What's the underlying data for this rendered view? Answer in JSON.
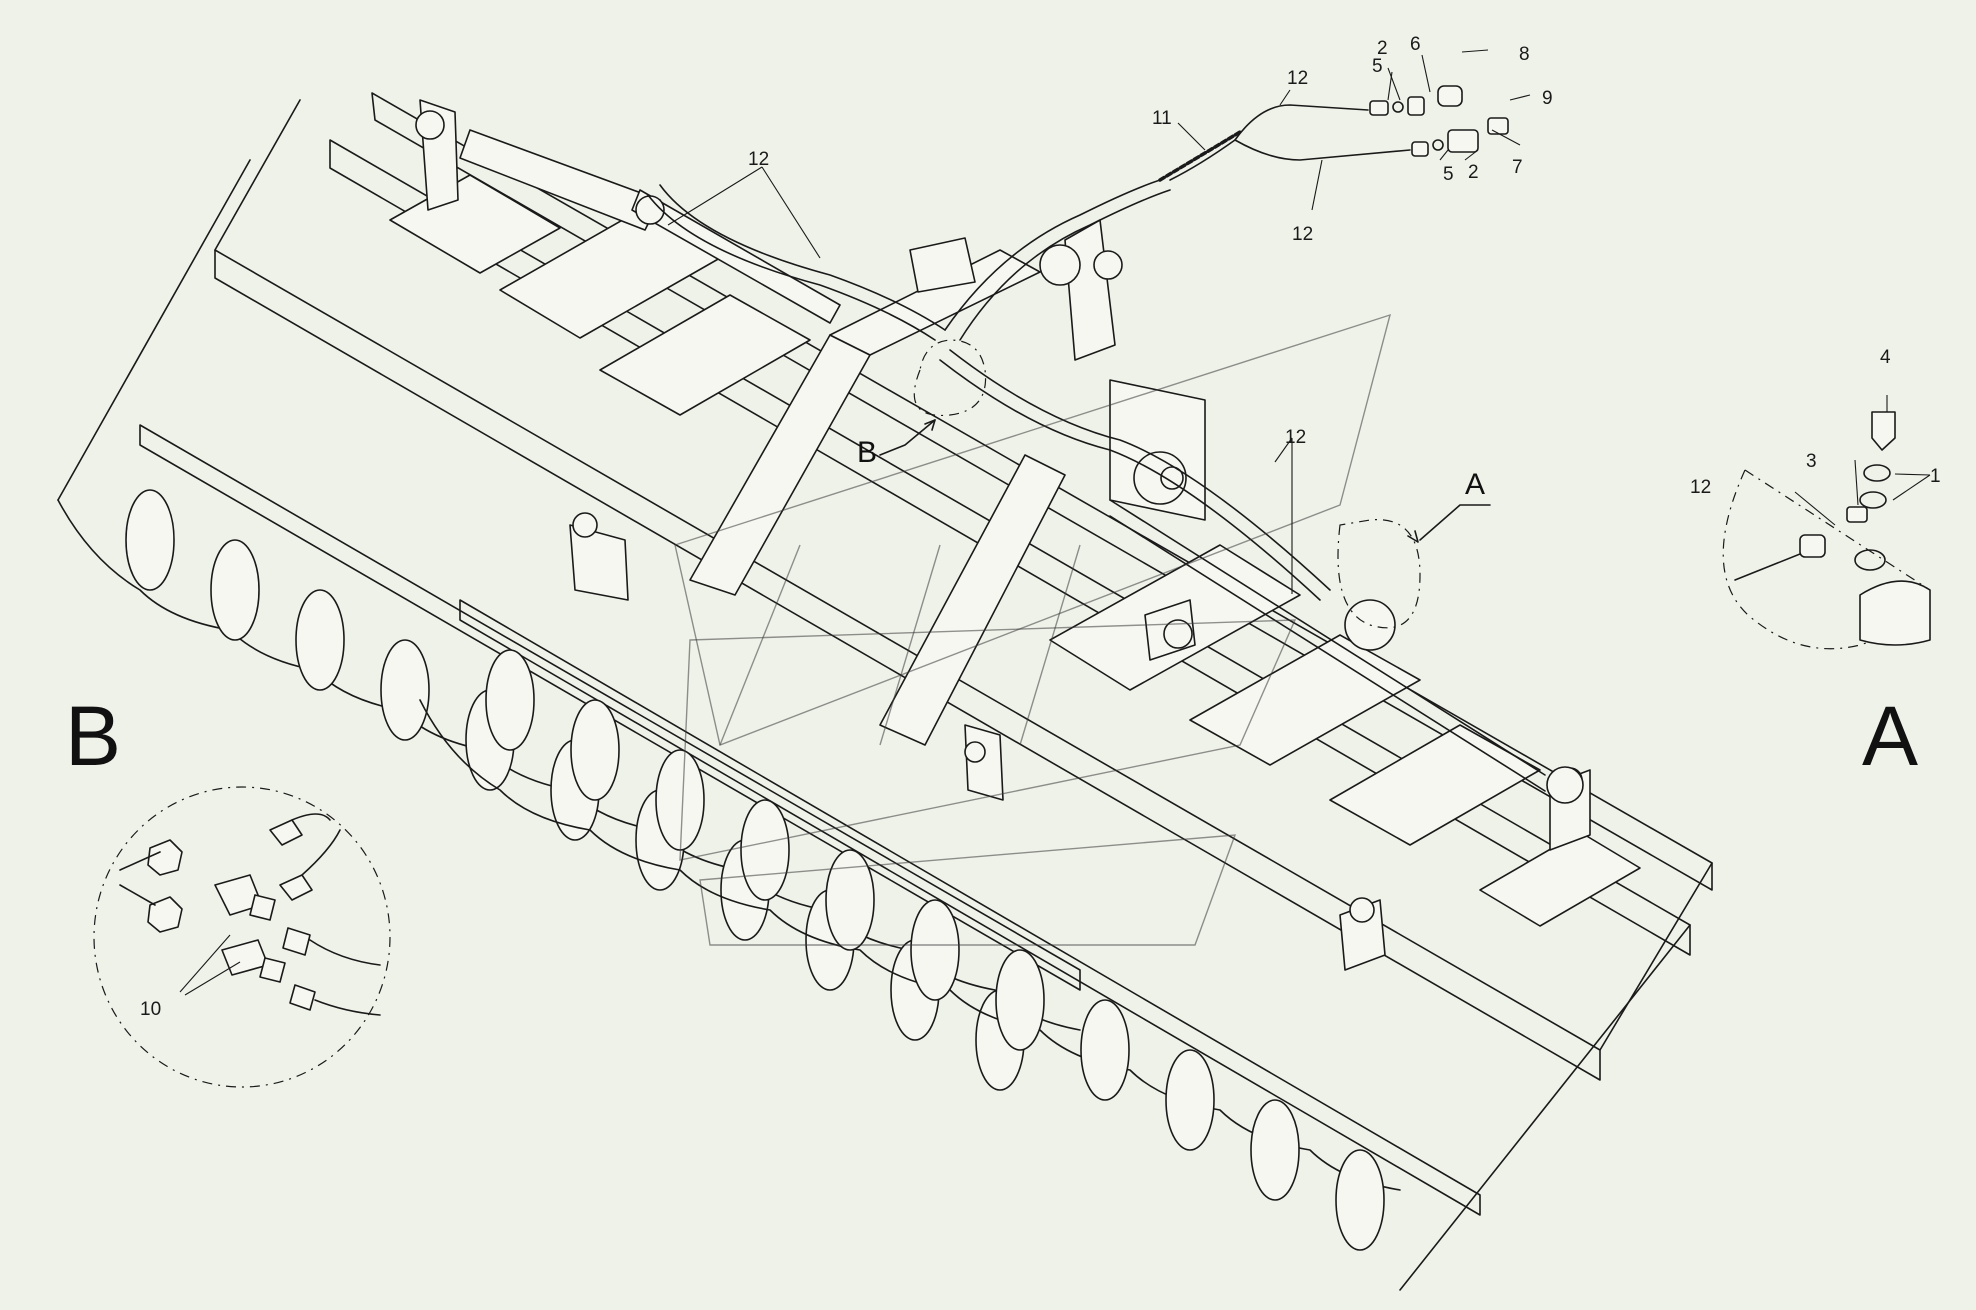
{
  "views": {
    "detail_a_letter": "A",
    "detail_b_letter": "B",
    "callout_a_letter": "A",
    "callout_b_letter": "B"
  },
  "parts": {
    "p1": "1",
    "p2": "2",
    "p3": "3",
    "p4": "4",
    "p5": "5",
    "p6": "6",
    "p7": "7",
    "p8": "8",
    "p9": "9",
    "p10": "10",
    "p11": "11",
    "p12": "12"
  },
  "colors": {
    "background": "#eff2e9",
    "line": "#1a1a1a"
  }
}
